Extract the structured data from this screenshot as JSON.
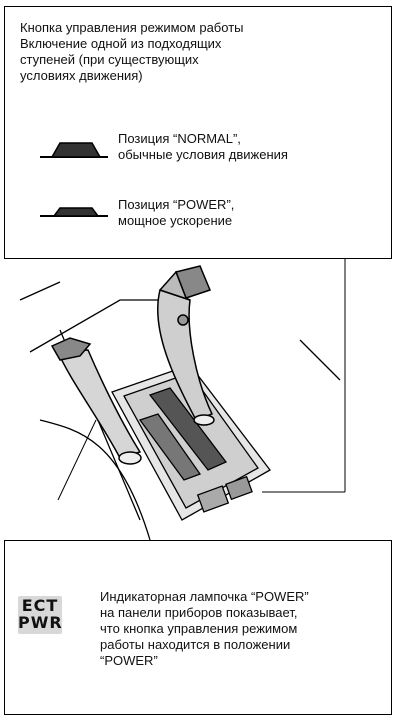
{
  "header": {
    "lines": [
      "Кнопка управления режимом работы",
      "Включение одной из подходящих",
      "ступеней (при существующих",
      "условиях движения)"
    ]
  },
  "positions": {
    "normal": [
      "Позиция “NORMAL”,",
      "обычные условия движения"
    ],
    "power": [
      "Позиция “POWER”,",
      "мощное ускорение"
    ]
  },
  "indicator": {
    "lamp_line1": "ECT",
    "lamp_line2": "PWR",
    "text": [
      "Индикаторная лампочка “POWER”",
      "на панели приборов показывает,",
      "что кнопка управления режимом",
      "работы находится в положении",
      "“POWER”"
    ]
  }
}
